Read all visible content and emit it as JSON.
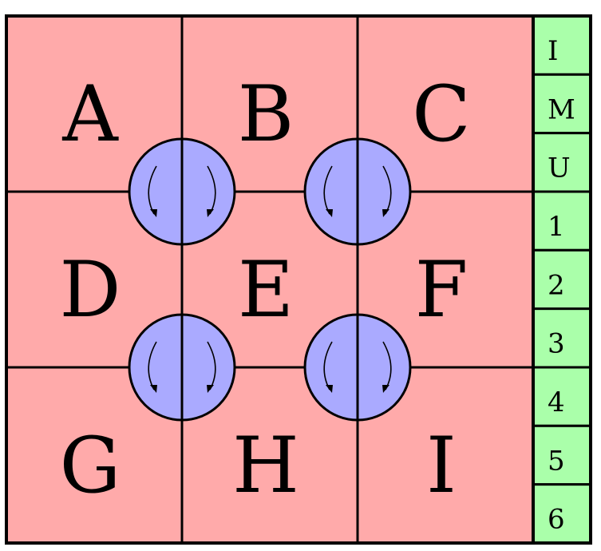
{
  "colors": {
    "cell_fill": "#ffaaaa",
    "side_fill": "#aaffaa",
    "rotor_fill": "#aaaaff",
    "stroke": "#000000"
  },
  "grid": {
    "cells": [
      "A",
      "B",
      "C",
      "D",
      "E",
      "F",
      "G",
      "H",
      "I"
    ]
  },
  "side_panel": {
    "labels": [
      "I",
      "M",
      "U",
      "1",
      "2",
      "3",
      "4",
      "5",
      "6"
    ]
  },
  "rotors": {
    "count": 4,
    "icon": "rotate-arrows-icon"
  }
}
